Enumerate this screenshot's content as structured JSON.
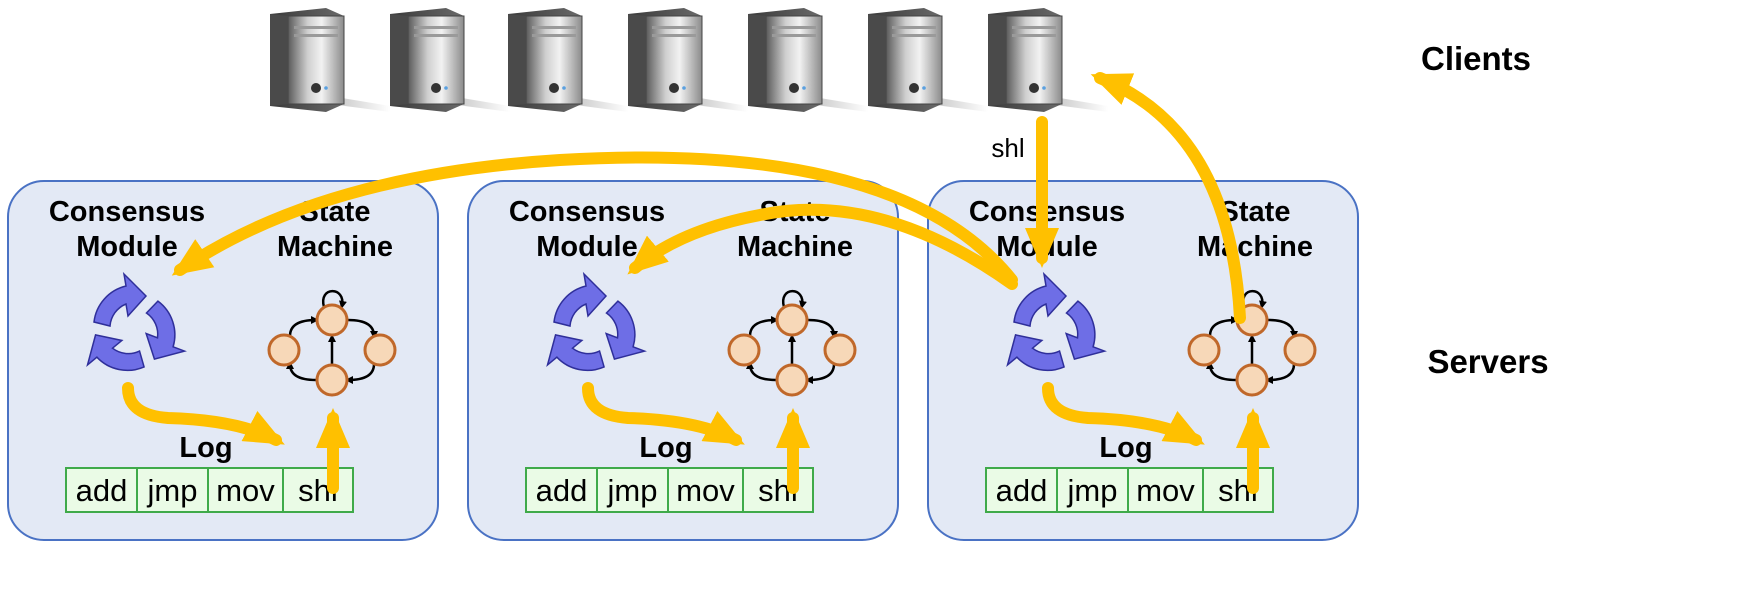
{
  "labels": {
    "clients": "Clients",
    "servers": "Servers",
    "request": "shl"
  },
  "server": {
    "consensus_line1": "Consensus",
    "consensus_line2": "Module",
    "state_line1": "State",
    "state_line2": "Machine",
    "log_label": "Log",
    "log_entries": [
      "add",
      "jmp",
      "mov",
      "shl"
    ]
  },
  "client_count": 7,
  "server_count": 3,
  "colors": {
    "server_fill": "#e3e9f5",
    "server_stroke": "#4a72c4",
    "arrow": "#ffc000",
    "consensus": "#6e6ee6",
    "state_node_fill": "#f7d8b8",
    "state_node_stroke": "#c0682a",
    "log_fill": "#eafbe6",
    "log_stroke": "#3faa4a"
  }
}
